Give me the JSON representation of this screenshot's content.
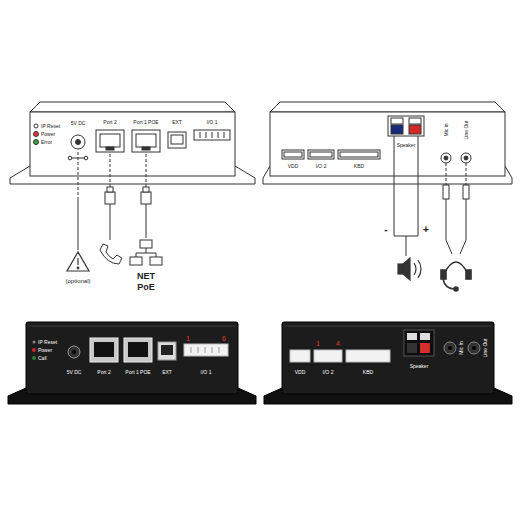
{
  "diagram": {
    "labels": [
      "IP Reset",
      "Power",
      "Error",
      "5V DC",
      "Port 2",
      "Port 1 POE",
      "EXT",
      "I/O 1",
      "(optional)",
      "NET",
      "PoE",
      "VDD",
      "I/O 2",
      "KBD",
      "Speaker",
      "Mic in",
      "Line Out",
      "-",
      "+",
      "IP Reset",
      "Power",
      "Call",
      "5V DC",
      "Port 2",
      "Port 1 POE",
      "EXT",
      "I/O 1",
      "1",
      "6",
      "1",
      "4",
      "VDD",
      "I/O 2",
      "KBD",
      "Speaker",
      "Mic In",
      "Line Out"
    ]
  }
}
